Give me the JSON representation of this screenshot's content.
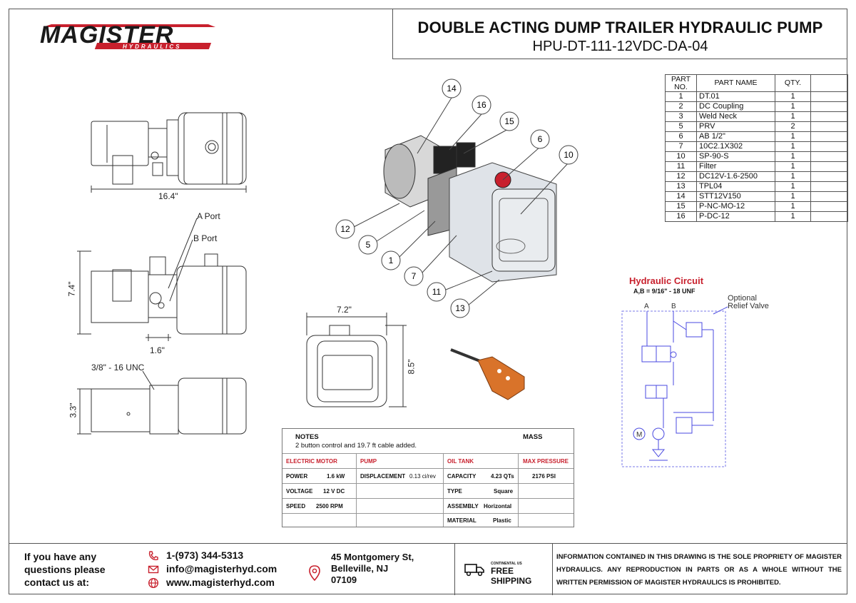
{
  "header": {
    "title": "DOUBLE ACTING DUMP TRAILER HYDRAULIC PUMP",
    "model": "HPU-DT-111-12VDC-DA-04",
    "logo_main": "MAGISTER",
    "logo_sub": "HYDRAULICS"
  },
  "parts_table": {
    "headers": [
      "PART NO.",
      "PART NAME",
      "QTY."
    ],
    "rows": [
      {
        "no": "1",
        "name": "DT.01",
        "qty": "1"
      },
      {
        "no": "2",
        "name": "DC Coupling",
        "qty": "1"
      },
      {
        "no": "3",
        "name": "Weld Neck",
        "qty": "1"
      },
      {
        "no": "5",
        "name": "PRV",
        "qty": "2"
      },
      {
        "no": "6",
        "name": "AB 1/2\"",
        "qty": "1"
      },
      {
        "no": "7",
        "name": "10C2.1X302",
        "qty": "1"
      },
      {
        "no": "10",
        "name": "SP-90-S",
        "qty": "1"
      },
      {
        "no": "11",
        "name": "Filter",
        "qty": "1"
      },
      {
        "no": "12",
        "name": "DC12V-1.6-2500",
        "qty": "1"
      },
      {
        "no": "13",
        "name": "TPL04",
        "qty": "1"
      },
      {
        "no": "14",
        "name": "STT12V150",
        "qty": "1"
      },
      {
        "no": "15",
        "name": "P-NC-MO-12",
        "qty": "1"
      },
      {
        "no": "16",
        "name": "P-DC-12",
        "qty": "1"
      }
    ]
  },
  "dimensions": {
    "length": "16.4\"",
    "height": "7.4\"",
    "port_offset": "1.6\"",
    "depth": "3.3\"",
    "end_width": "7.2\"",
    "end_height": "8.5\"",
    "a_port": "A Port",
    "b_port": "B Port",
    "thread": "3/8\" - 16 UNC"
  },
  "callouts": [
    "14",
    "16",
    "15",
    "6",
    "10",
    "12",
    "5",
    "1",
    "7",
    "11",
    "13"
  ],
  "hydraulic_circuit": {
    "title": "Hydraulic Circuit",
    "subtitle": "A,B = 9/16\" - 18 UNF",
    "label_a": "A",
    "label_b": "B",
    "relief_1": "Optional",
    "relief_2": "Relief Valve",
    "motor": "M"
  },
  "specs": {
    "notes_header": "NOTES",
    "notes_text": "2 button control and 19.7 ft cable added.",
    "mass_header": "MASS",
    "motor": {
      "header": "ELECTRIC MOTOR",
      "power_label": "POWER",
      "power": "1.6 kW",
      "voltage_label": "VOLTAGE",
      "voltage": "12 V DC",
      "speed_label": "SPEED",
      "speed": "2500 RPM"
    },
    "pump": {
      "header": "PUMP",
      "disp_label": "DISPLACEMENT",
      "disp": "0.13 ci/rev"
    },
    "tank": {
      "header": "OIL TANK",
      "capacity_label": "CAPACITY",
      "capacity": "4.23 QTs",
      "type_label": "TYPE",
      "type": "Square",
      "assembly_label": "ASSEMBLY",
      "assembly": "Horizontal",
      "material_label": "MATERIAL",
      "material": "Plastic"
    },
    "max_pressure": {
      "header": "MAX PRESSURE",
      "value": "2176 PSI"
    }
  },
  "footer": {
    "ask_line1": "If you have any",
    "ask_line2": "questions please",
    "ask_line3": "contact us at:",
    "phone": "1-(973) 344-5313",
    "email": "info@magisterhyd.com",
    "web": "www.magisterhyd.com",
    "addr1": "45 Montgomery St,",
    "addr2": "Belleville, NJ",
    "addr3": "07109",
    "ship_small": "CONTINENTAL US",
    "ship_big": "FREE SHIPPING",
    "legal": "INFORMATION CONTAINED IN THIS DRAWING IS THE SOLE PROPRIETY OF MAGISTER HYDRAULICS. ANY REPRODUCTION IN PARTS OR AS A WHOLE WITHOUT THE WRITTEN PERMISSION OF MAGISTER HYDRAULICS IS PROHIBITED."
  },
  "colors": {
    "brand_red": "#c8202d",
    "circuit_blue": "#4a4ae0",
    "accessory_orange": "#d9732a"
  }
}
